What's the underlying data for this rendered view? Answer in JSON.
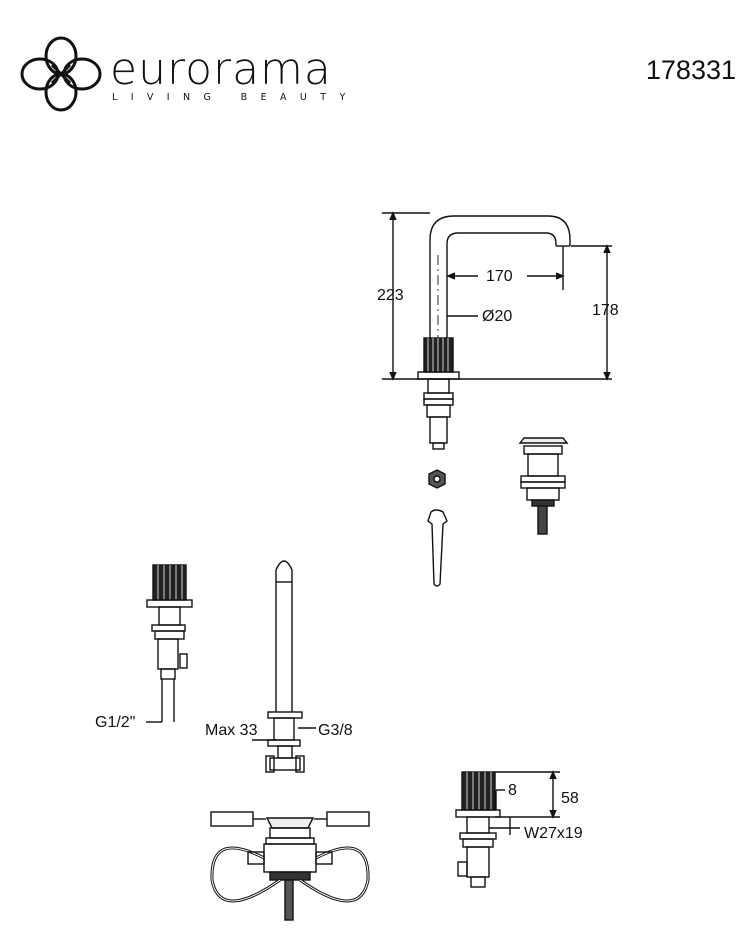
{
  "brand": {
    "name": "eurorama",
    "tagline": "LIVING BEAUTY"
  },
  "product_code": "178331",
  "dimensions": {
    "height_total": "223",
    "reach": "170",
    "spout_height": "178",
    "diameter": "Ø20",
    "inlet_thread": "G1/2\"",
    "max_thickness": "Max 33",
    "outlet_thread": "G3/8",
    "handle_gap": "8",
    "handle_height": "58",
    "wrench": "W27x19"
  }
}
